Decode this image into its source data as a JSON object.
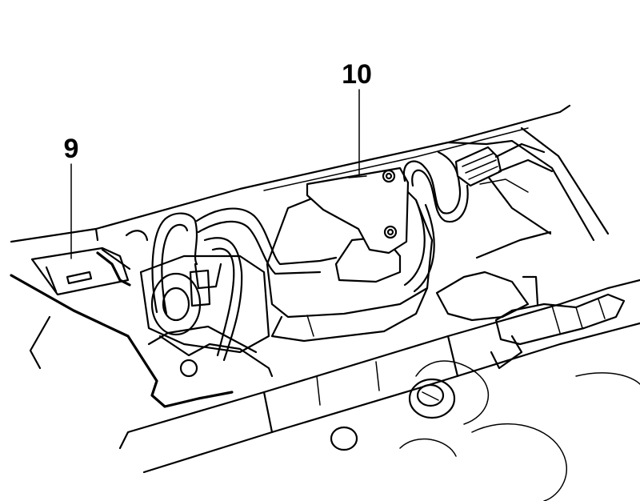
{
  "callouts": [
    {
      "id": "9",
      "label": "9"
    },
    {
      "id": "10",
      "label": "10"
    }
  ],
  "colors": {
    "line": "#000000",
    "background": "#ffffff"
  }
}
